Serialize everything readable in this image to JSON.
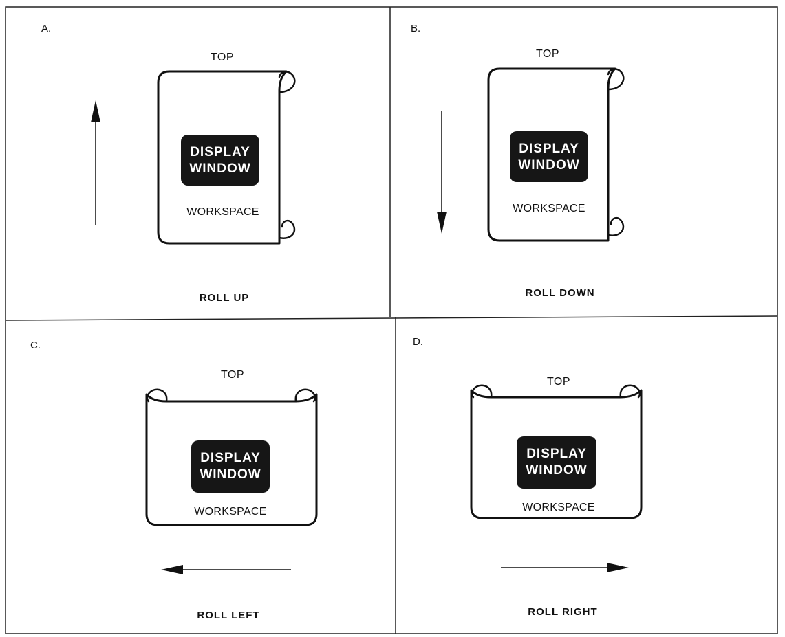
{
  "panels": [
    {
      "letter": "A.",
      "top": "TOP",
      "window_line1": "DISPLAY",
      "window_line2": "WINDOW",
      "workspace": "WORKSPACE",
      "caption": "ROLL UP",
      "orientation": "vertical",
      "direction": "up"
    },
    {
      "letter": "B.",
      "top": "TOP",
      "window_line1": "DISPLAY",
      "window_line2": "WINDOW",
      "workspace": "WORKSPACE",
      "caption": "ROLL DOWN",
      "orientation": "vertical",
      "direction": "down"
    },
    {
      "letter": "C.",
      "top": "TOP",
      "window_line1": "DISPLAY",
      "window_line2": "WINDOW",
      "workspace": "WORKSPACE",
      "caption": "ROLL LEFT",
      "orientation": "horizontal",
      "direction": "left"
    },
    {
      "letter": "D.",
      "top": "TOP",
      "window_line1": "DISPLAY",
      "window_line2": "WINDOW",
      "workspace": "WORKSPACE",
      "caption": "ROLL RIGHT",
      "orientation": "horizontal",
      "direction": "right"
    }
  ],
  "colors": {
    "ink": "#111111",
    "window_fill": "#161616",
    "window_text": "#ffffff",
    "background": "#ffffff"
  }
}
